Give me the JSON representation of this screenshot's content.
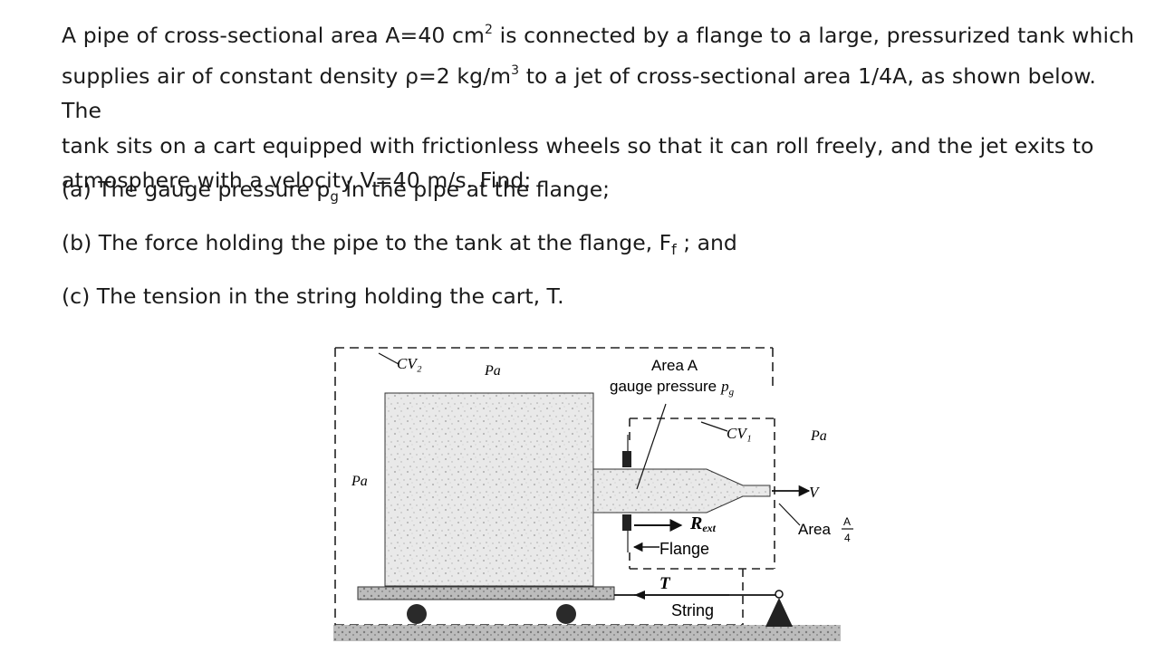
{
  "problem": {
    "intro_line1_a": "A pipe of cross-sectional area A=40 cm",
    "intro_line1_sup": "2",
    "intro_line1_b": " is connected by a flange to a large, pressurized tank which",
    "intro_line2_a": "supplies air of constant density ρ=2 kg/m",
    "intro_line2_sup": "3",
    "intro_line2_b": " to a jet of cross-sectional area 1/4A, as shown below. The",
    "intro_line3": "tank sits on a cart equipped with frictionless wheels so that it can roll freely, and the jet exits to",
    "intro_line4": "atmosphere with a velocity V=40 m/s. Find:",
    "q_a_prefix": "(a) The gauge pressure p",
    "q_a_sub": "g",
    "q_a_suffix": " in the pipe at the flange;",
    "q_b_prefix": "(b) The force holding the pipe to the tank at the flange, F",
    "q_b_sub": "f",
    "q_b_suffix": " ; and",
    "q_c": "(c) The tension in the string holding the cart, T."
  },
  "diagram": {
    "cv2": "CV₂",
    "pa_top": "Pa",
    "area_a": "Area A",
    "gauge_pressure": "gauge pressure",
    "pg": "p",
    "pg_sub": "g",
    "cv1": "CV₁",
    "pa_right": "Pa",
    "pa_left": "Pa",
    "v": "V",
    "area_frac_label": "Area",
    "frac_num": "A",
    "frac_den": "4",
    "r_ext": "R",
    "r_ext_sub": "ext",
    "flange": "Flange",
    "t": "T",
    "string": "String"
  }
}
